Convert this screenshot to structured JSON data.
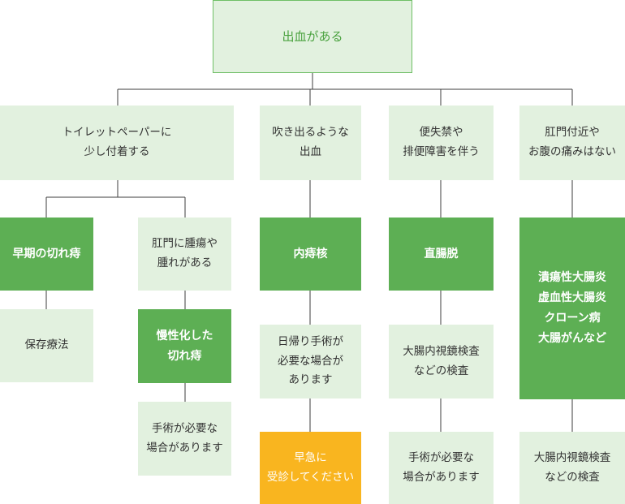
{
  "colors": {
    "pale_fill": "#e2f1df",
    "strong_fill": "#5daf54",
    "urgent_fill": "#f9b51f",
    "root_border": "#6fbf66",
    "root_text": "#4aa23f",
    "line": "#3d3d3d"
  },
  "root": {
    "label": "出血がある"
  },
  "columns": [
    {
      "symptom": "トイレットペーパーに\n少し付着する",
      "branches": [
        {
          "diagnosis": "早期の切れ痔",
          "treatment": "保存療法"
        },
        {
          "symptom": "肛門に腫瘍や\n腫れがある",
          "diagnosis": "慢性化した\n切れ痔",
          "treatment": "手術が必要な\n場合があります"
        }
      ]
    },
    {
      "symptom": "吹き出るような\n出血",
      "diagnosis": "内痔核",
      "note": "日帰り手術が\n必要な場合が\nあります",
      "urgent": "早急に\n受診してください"
    },
    {
      "symptom": "便失禁や\n排便障害を伴う",
      "diagnosis": "直腸脱",
      "exam": "大腸内視鏡検査\nなどの検査",
      "treatment": "手術が必要な\n場合があります"
    },
    {
      "symptom": "肛門付近や\nお腹の痛みはない",
      "diagnosis": "潰瘍性大腸炎\n虚血性大腸炎\nクローン病\n大腸がんなど",
      "exam": "大腸内視鏡検査\nなどの検査"
    }
  ]
}
